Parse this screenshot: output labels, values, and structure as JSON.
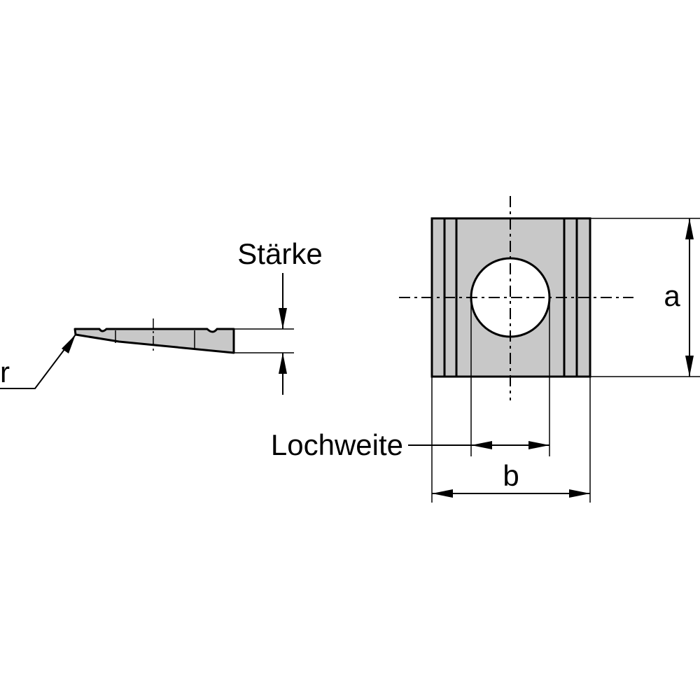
{
  "labels": {
    "staerke": "Stärke",
    "r": "r",
    "a": "a",
    "b": "b",
    "lochweite": "Lochweite"
  },
  "colors": {
    "fill": "#c8c8c8",
    "line": "#000000",
    "background": "#ffffff"
  }
}
